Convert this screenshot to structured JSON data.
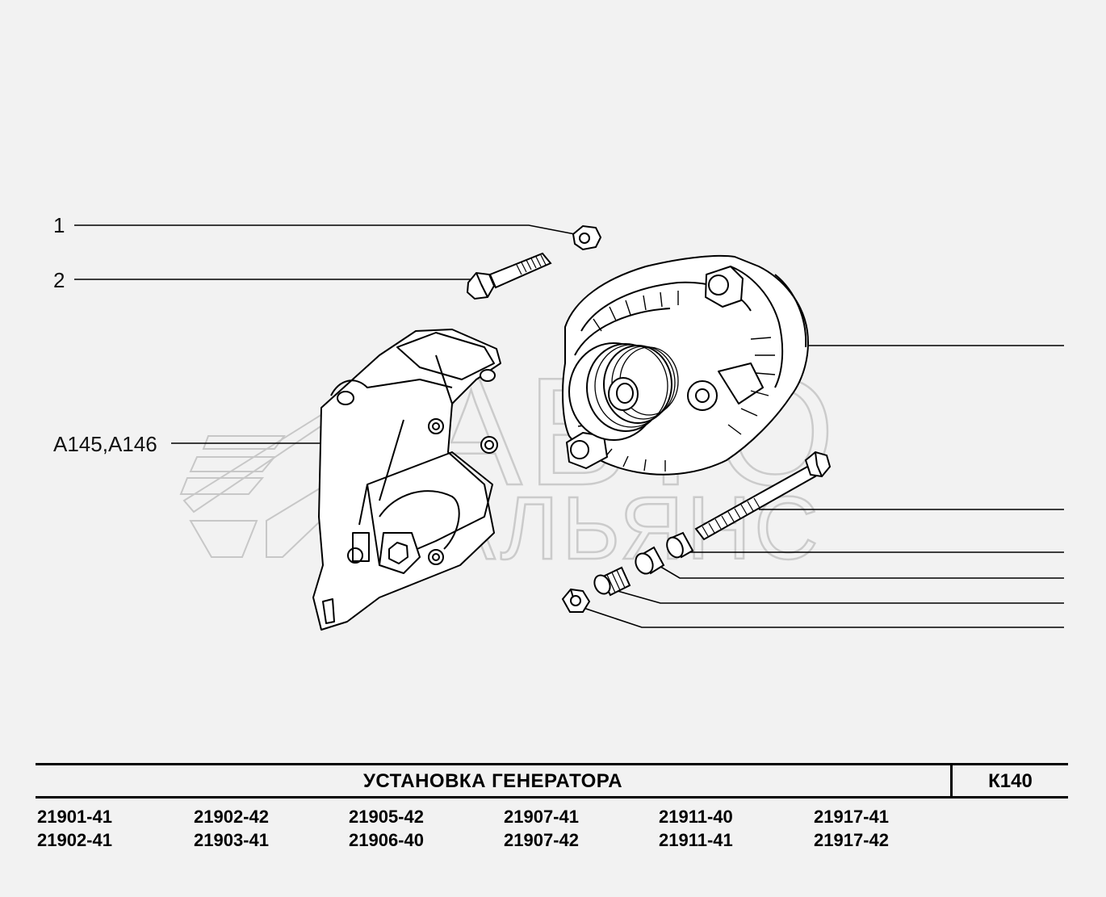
{
  "callouts": {
    "item_1": "1",
    "item_2": "2",
    "bracket_refs": "А145,А146"
  },
  "watermark": {
    "line1": "АВТО",
    "line2": "АЛЬЯНС"
  },
  "title_block": {
    "title": "УСТАНОВКА  ГЕНЕРАТОРА",
    "code": "К140"
  },
  "models": [
    [
      "21901-41",
      "21902-41"
    ],
    [
      "21902-42",
      "21903-41"
    ],
    [
      "21905-42",
      "21906-40"
    ],
    [
      "21907-41",
      "21907-42"
    ],
    [
      "21911-40",
      "21911-41"
    ],
    [
      "21917-41",
      "21917-42"
    ]
  ],
  "colors": {
    "background": "#f2f2f2",
    "line": "#000000",
    "watermark": "#cfcfcf"
  }
}
